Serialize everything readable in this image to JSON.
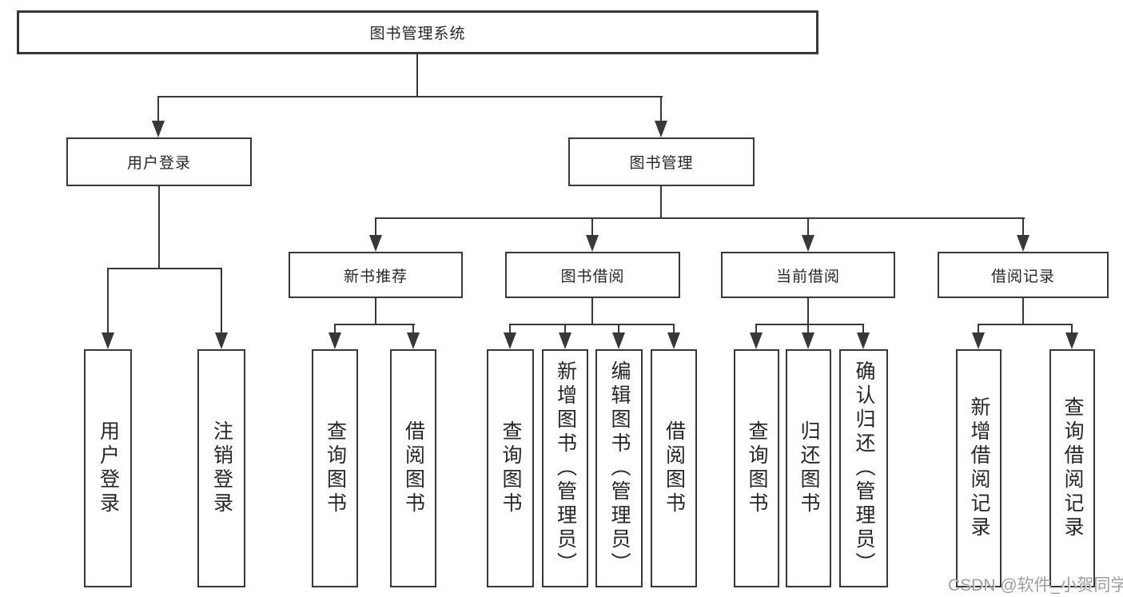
{
  "tree": {
    "root": "图书管理系统",
    "branches": [
      {
        "label": "用户登录",
        "children": [
          "用户登录",
          "注销登录"
        ]
      },
      {
        "label": "图书管理",
        "sections": [
          {
            "label": "新书推荐",
            "children": [
              "查询图书",
              "借阅图书"
            ]
          },
          {
            "label": "图书借阅",
            "children": [
              "查询图书",
              "新增图书（管理员）",
              "编辑图书（管理员）",
              "借阅图书"
            ]
          },
          {
            "label": "当前借阅",
            "children": [
              "查询图书",
              "归还图书",
              "确认归还（管理员）"
            ]
          },
          {
            "label": "借阅记录",
            "children": [
              "新增借阅记录",
              "查询借阅记录"
            ]
          }
        ]
      }
    ]
  },
  "watermark": {
    "text": "CSDN @软件_小贺同学"
  },
  "colors": {
    "line": "#383838",
    "border": "#383838",
    "text": "#262626",
    "watermark": "#9e9e9e",
    "background": "#ffffff"
  }
}
